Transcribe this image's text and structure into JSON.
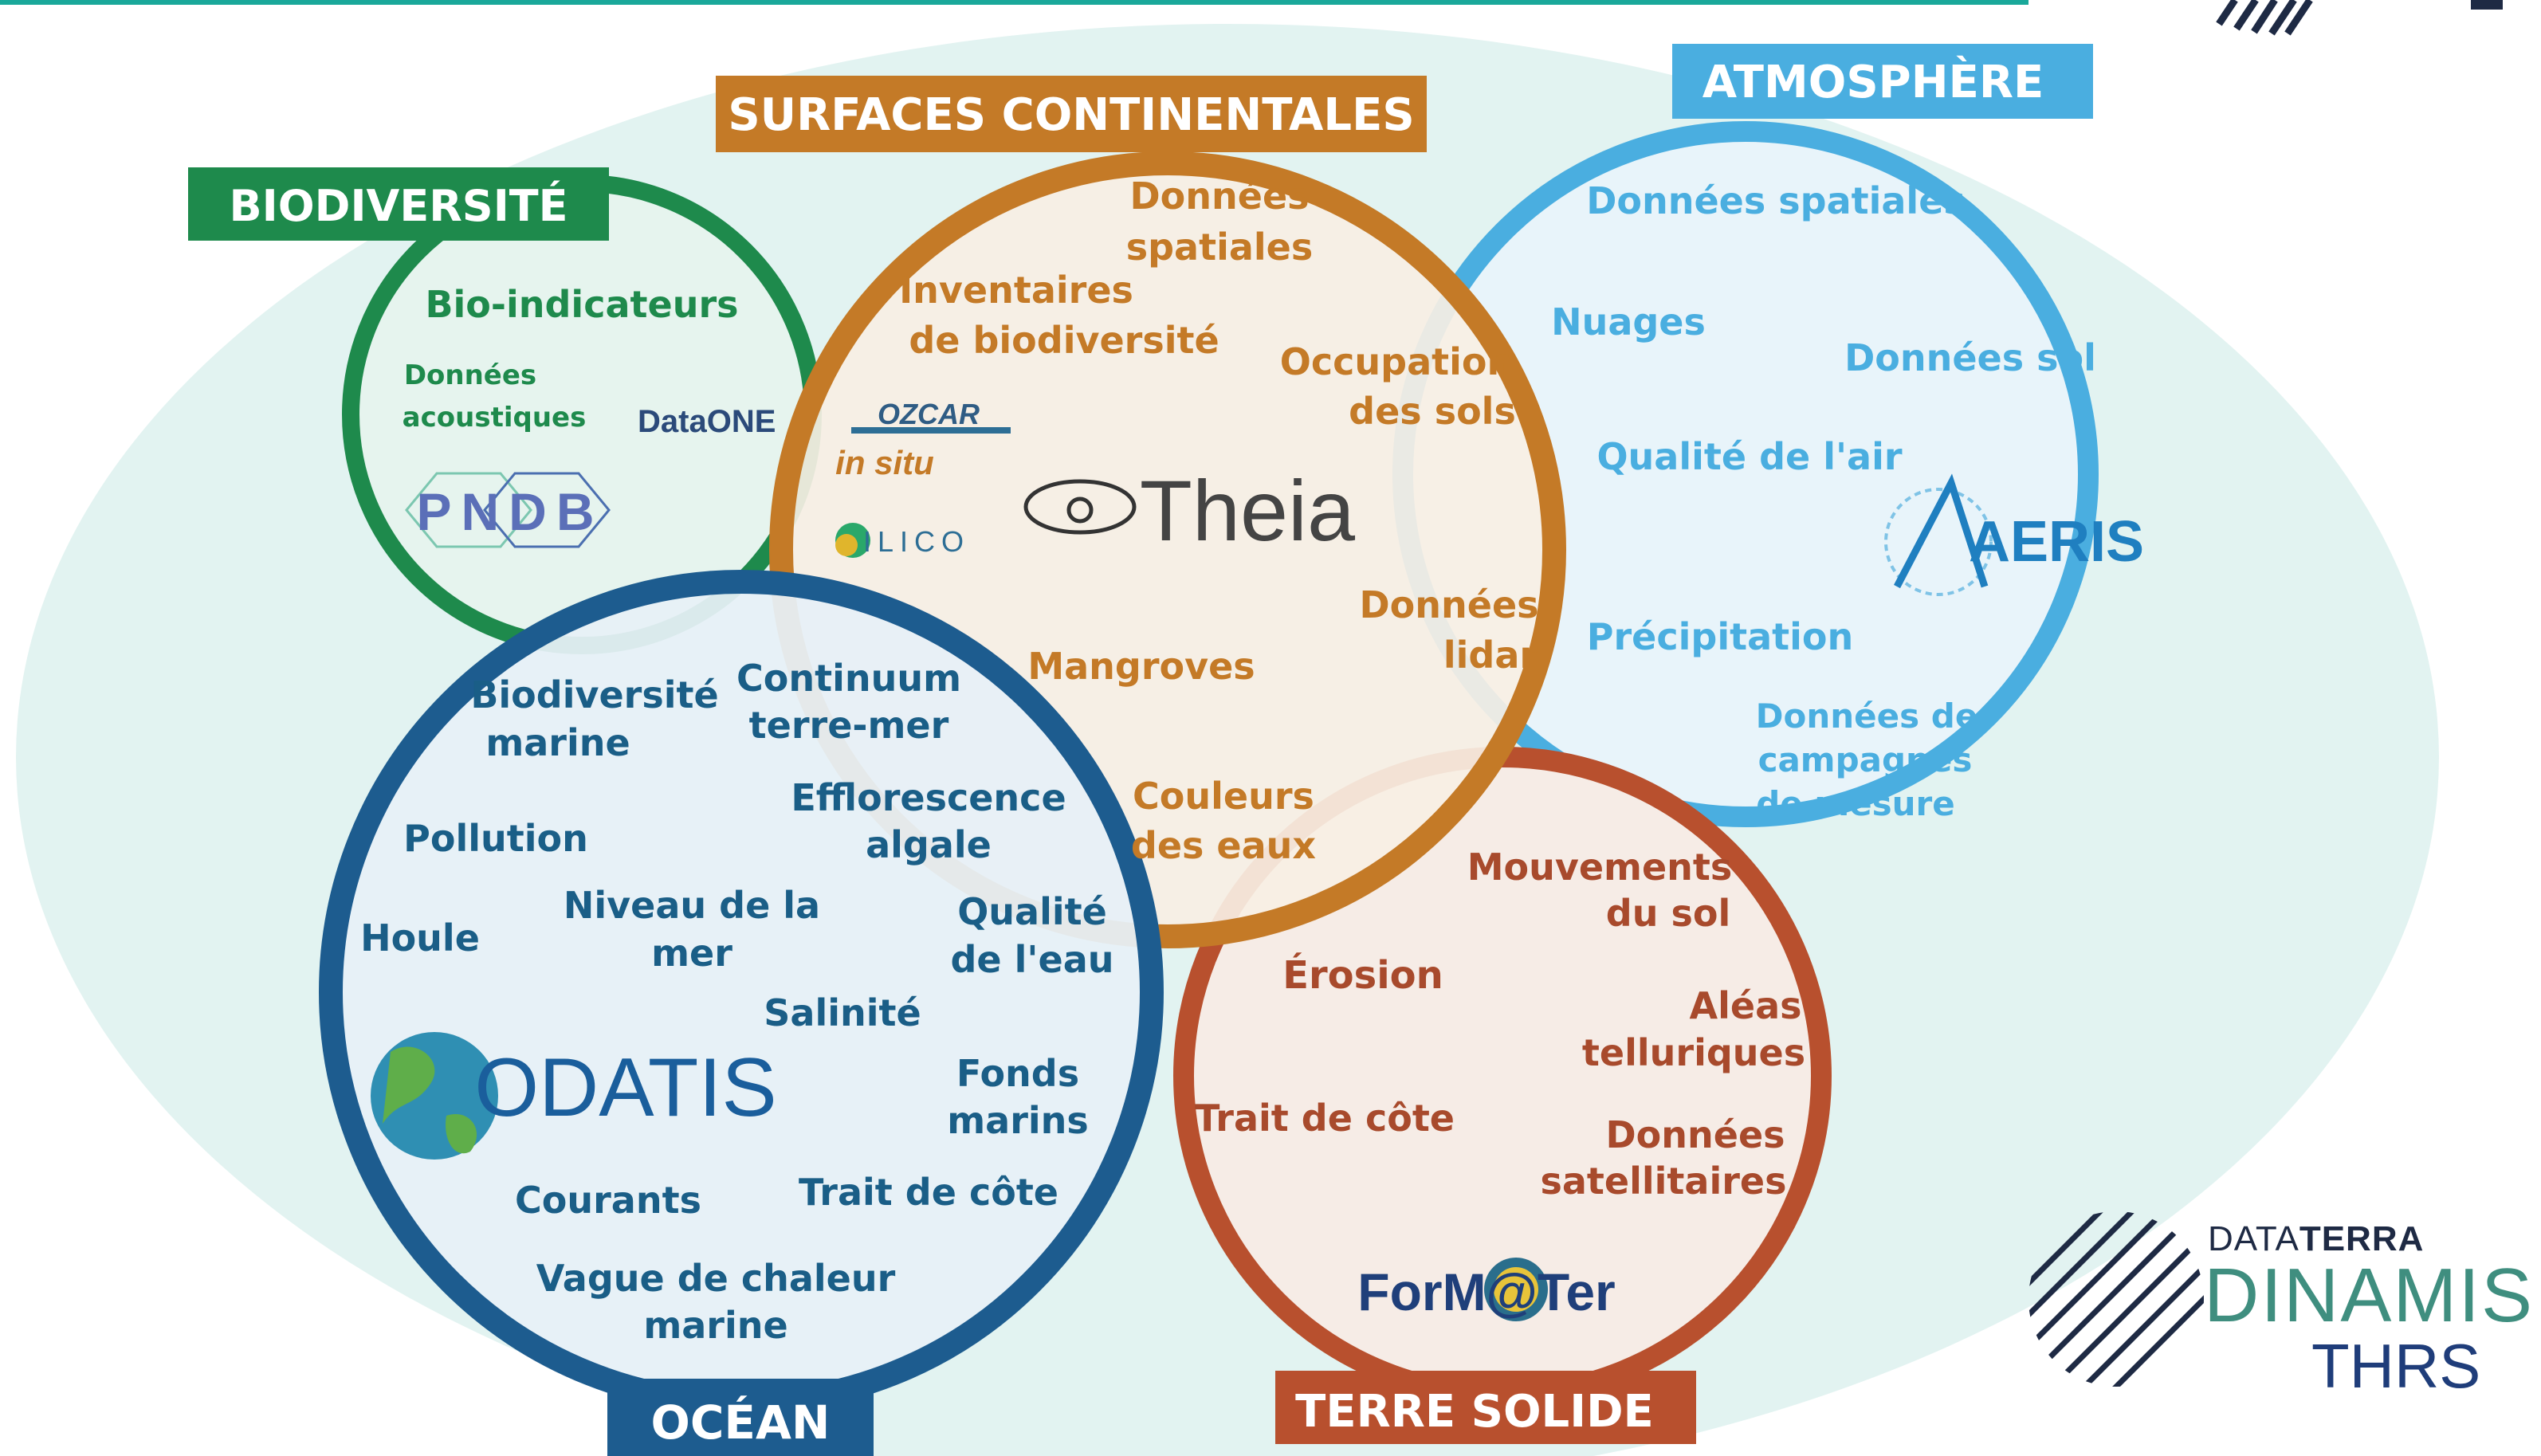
{
  "colors": {
    "ellipse": "#e2f3f1",
    "biodiversite": "#1e8a4c",
    "surfaces": "#c47a27",
    "atmosphere": "#4aaee0",
    "ocean": "#1d5c8f",
    "terre": "#b8502e",
    "ocean_text": "#1a5e87",
    "terre_text": "#a84a2c"
  },
  "biodiversite": {
    "title": "BIODIVERSITÉ",
    "items": [
      "Bio-indicateurs",
      "Données",
      "acoustiques"
    ],
    "logos": [
      "DataONE",
      "PNDB"
    ]
  },
  "surfaces": {
    "title": "SURFACES CONTINENTALES",
    "items": [
      "Données",
      "spatiales",
      "Inventaires",
      "de biodiversité",
      "Occupation",
      "des sols",
      "Données",
      "lidar",
      "Mangroves",
      "Couleurs",
      "des eaux"
    ],
    "logos": [
      "OZCAR",
      "in situ",
      "ILICO",
      "Theia"
    ]
  },
  "atmosphere": {
    "title": "ATMOSPHÈRE",
    "items": [
      "Données spatiales",
      "Nuages",
      "Données sol",
      "Qualité de l'air",
      "Précipitation",
      "Données de",
      "campagnes",
      "de mesure"
    ],
    "logos": [
      "AERIS"
    ]
  },
  "ocean": {
    "title": "OCÉAN",
    "items": [
      "Biodiversité",
      "marine",
      "Continuum",
      "terre-mer",
      "Efflorescence",
      "algale",
      "Pollution",
      "Niveau de la",
      "mer",
      "Qualité",
      "de l'eau",
      "Houle",
      "Salinité",
      "Fonds",
      "marins",
      "Courants",
      "Trait de côte",
      "Vague de chaleur",
      "marine"
    ],
    "logos": [
      "ODATIS"
    ]
  },
  "terre": {
    "title": "TERRE SOLIDE",
    "items": [
      "Mouvements",
      "du sol",
      "Érosion",
      "Aléas",
      "telluriques",
      "Trait de côte",
      "Données",
      "satellitaires"
    ],
    "logos": [
      "ForM@Ter"
    ]
  },
  "brand": {
    "line1_light": "DATA",
    "line1_bold": "TERRA",
    "line2": "DINAMIS",
    "line3": "THRS"
  }
}
